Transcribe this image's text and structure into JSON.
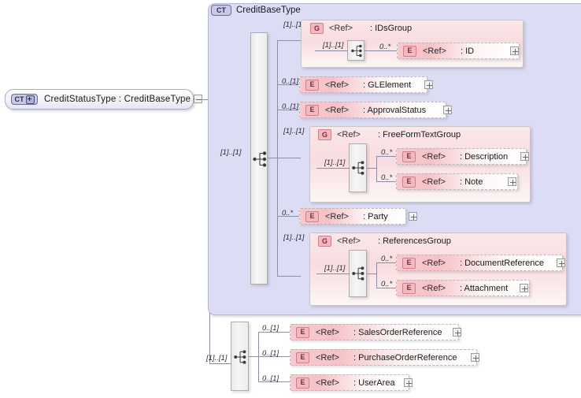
{
  "diagram": {
    "type": "xml-schema-diagram",
    "root": {
      "icon": "complextype-plus-icon",
      "badge": "CT",
      "label": "CreditStatusType : CreditBaseType",
      "connector": "minus-box"
    },
    "complex_type": {
      "badge": "CT",
      "title": "CreditBaseType",
      "sequence_cardinality": "[1]..[1]",
      "children": [
        {
          "kind": "group",
          "badge": "G",
          "ref": "<Ref>",
          "name": ": IDsGroup",
          "cardinality": "[1]..[1]",
          "inner_sequence_cardinality": "[1]..[1]",
          "items": [
            {
              "badge": "E",
              "ref": "<Ref>",
              "name": ": ID",
              "cardinality": "0..*",
              "expand": "plus"
            }
          ]
        },
        {
          "kind": "element",
          "badge": "E",
          "ref": "<Ref>",
          "name": ": GLElement",
          "cardinality": "0..[1]",
          "expand": "plus"
        },
        {
          "kind": "element",
          "badge": "E",
          "ref": "<Ref>",
          "name": ": ApprovalStatus",
          "cardinality": "0..[1]",
          "expand": "plus"
        },
        {
          "kind": "group",
          "badge": "G",
          "ref": "<Ref>",
          "name": ": FreeFormTextGroup",
          "cardinality": "[1]..[1]",
          "inner_sequence_cardinality": "[1]..[1]",
          "items": [
            {
              "badge": "E",
              "ref": "<Ref>",
              "name": ": Description",
              "cardinality": "0..*",
              "expand": "plus"
            },
            {
              "badge": "E",
              "ref": "<Ref>",
              "name": ": Note",
              "cardinality": "0..*",
              "expand": "plus"
            }
          ]
        },
        {
          "kind": "element",
          "badge": "E",
          "ref": "<Ref>",
          "name": ": Party",
          "cardinality": "0..*",
          "expand": "plus"
        },
        {
          "kind": "group",
          "badge": "G",
          "ref": "<Ref>",
          "name": ": ReferencesGroup",
          "cardinality": "[1]..[1]",
          "inner_sequence_cardinality": "[1]..[1]",
          "items": [
            {
              "badge": "E",
              "ref": "<Ref>",
              "name": ": DocumentReference",
              "cardinality": "0..*",
              "expand": "plus"
            },
            {
              "badge": "E",
              "ref": "<Ref>",
              "name": ": Attachment",
              "cardinality": "0..*",
              "expand": "plus"
            }
          ]
        }
      ]
    },
    "extension": {
      "sequence_cardinality": "[1]..[1]",
      "children": [
        {
          "badge": "E",
          "ref": "<Ref>",
          "name": ": SalesOrderReference",
          "cardinality": "0..[1]",
          "expand": "plus"
        },
        {
          "badge": "E",
          "ref": "<Ref>",
          "name": ": PurchaseOrderReference",
          "cardinality": "0..[1]",
          "expand": "plus"
        },
        {
          "badge": "E",
          "ref": "<Ref>",
          "name": ": UserArea",
          "cardinality": "0..[1]",
          "expand": "plus"
        }
      ]
    },
    "colors": {
      "complextype_fill": "#dcdcf4",
      "group_fill": "#f8dde0",
      "element_fill": "#f6c2c8",
      "line": "#8d8da5",
      "badge_border": "#cf7f8c"
    }
  }
}
